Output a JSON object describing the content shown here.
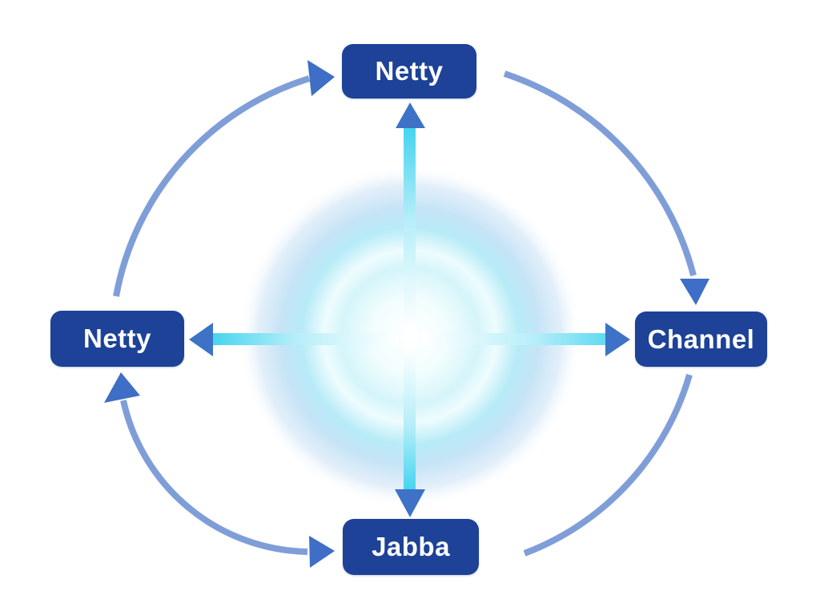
{
  "diagram": {
    "type": "cycle-hub-diagram",
    "nodes": [
      {
        "id": "top",
        "label": "Netty",
        "position": "top"
      },
      {
        "id": "right",
        "label": "Channel",
        "position": "right"
      },
      {
        "id": "bottom",
        "label": "Jabba",
        "position": "bottom"
      },
      {
        "id": "left",
        "label": "Netty",
        "position": "left"
      }
    ],
    "edges": [
      {
        "from": "left",
        "to": "top",
        "style": "curved-arc",
        "arrowheads": "end"
      },
      {
        "from": "top",
        "to": "right",
        "style": "curved-arc",
        "arrowheads": "end"
      },
      {
        "from": "right",
        "to": "bottom",
        "style": "curved-arc",
        "arrowheads": "none"
      },
      {
        "from": "left",
        "to": "bottom",
        "style": "curved-arc",
        "arrowheads": "both"
      },
      {
        "from": "hub",
        "to": "top",
        "style": "glow-beam",
        "arrowheads": "end"
      },
      {
        "from": "hub",
        "to": "right",
        "style": "glow-beam",
        "arrowheads": "end"
      },
      {
        "from": "hub",
        "to": "bottom",
        "style": "glow-beam",
        "arrowheads": "end"
      },
      {
        "from": "hub",
        "to": "left",
        "style": "glow-beam",
        "arrowheads": "end"
      }
    ],
    "hub": {
      "kind": "glowing-orb",
      "label": ""
    },
    "colors": {
      "background": "#ffffff",
      "node_fill": "#1d4297",
      "node_text": "#ffffff",
      "arc_stroke": "#7f9ed8",
      "arc_arrowhead": "#3e6ec5",
      "beam_cyan": "#44d4ef",
      "beam_arrowhead": "#3d72c7",
      "orb_core": "#ffffff",
      "orb_cyan_ring": "#b7ebf7",
      "orb_outer_glow": "#c6e4f6"
    }
  }
}
